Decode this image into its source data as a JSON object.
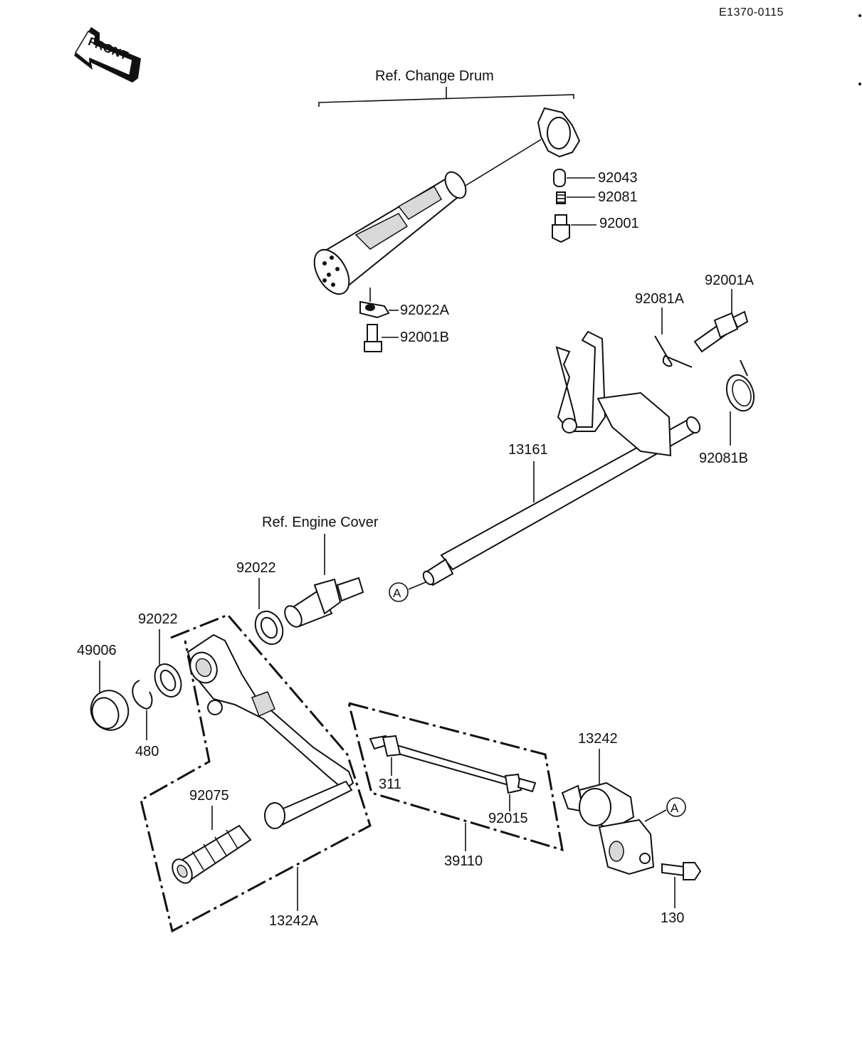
{
  "diagram_code": "E1370-0115",
  "front_label": "FRONT",
  "refs": {
    "change_drum": "Ref.  Change Drum",
    "engine_cover": "Ref.  Engine Cover"
  },
  "marker_a": "A",
  "parts": {
    "p92043": "92043",
    "p92081": "92081",
    "p92001": "92001",
    "p92022A": "92022A",
    "p92001B": "92001B",
    "p92081A": "92081A",
    "p92001A": "92001A",
    "p92081B": "92081B",
    "p13161": "13161",
    "p92022_upper": "92022",
    "p92022_lower": "92022",
    "p49006": "49006",
    "p480": "480",
    "p92075": "92075",
    "p13242A": "13242A",
    "p311": "311",
    "p92015": "92015",
    "p39110": "39110",
    "p13242": "13242",
    "p130": "130"
  }
}
